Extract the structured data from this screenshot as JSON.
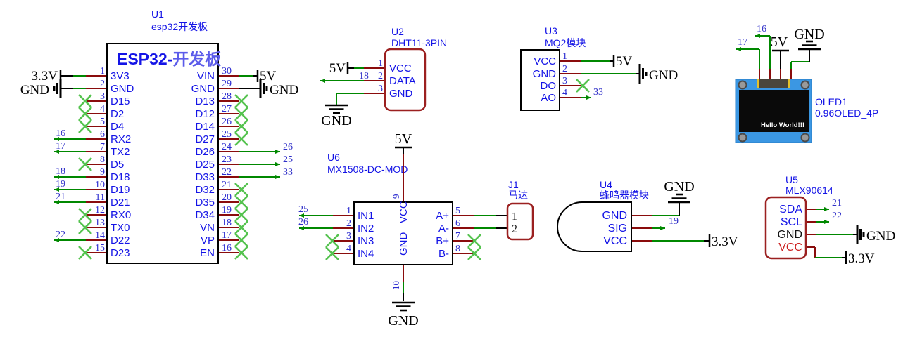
{
  "colors": {
    "wire_green": "#008800",
    "pin_maroon": "#8a0c0c",
    "no_connect_green": "#55c34f",
    "component_blue": "#1414e6",
    "title_light_blue": "#5b5bea",
    "pin_number_blue": "#2b2bd0",
    "net_label_blue": "#3030c8",
    "body_dark_red": "#9b2020",
    "power_black": "#000000",
    "j1_pin_black": "#1a1a1a",
    "vcc_red": "#cc2020",
    "gnd_black": "#111111",
    "oled_board_blue": "#3b97e3",
    "oled_screen_black": "#0a0a0a",
    "oled_connector_gray": "#4a463c",
    "oled_stripe_yellow": "#e6c229",
    "oled_screw_gray": "#999999",
    "screen_text_white": "#ffffff"
  },
  "components": {
    "u1": {
      "ref": "U1",
      "name": "esp32开发板",
      "title_part1": "ESP32-",
      "title_part2": "开发板",
      "left_pins": [
        {
          "num": "1",
          "name": "3V3",
          "conn": "power",
          "power": "3.3V"
        },
        {
          "num": "2",
          "name": "GND",
          "conn": "gnd_rail",
          "power": "GND"
        },
        {
          "num": "3",
          "name": "D15",
          "conn": "nc"
        },
        {
          "num": "4",
          "name": "D2",
          "conn": "nc"
        },
        {
          "num": "5",
          "name": "D4",
          "conn": "nc"
        },
        {
          "num": "6",
          "name": "RX2",
          "conn": "net",
          "net": "16"
        },
        {
          "num": "7",
          "name": "TX2",
          "conn": "net",
          "net": "17"
        },
        {
          "num": "8",
          "name": "D5",
          "conn": "nc"
        },
        {
          "num": "9",
          "name": "D18",
          "conn": "net",
          "net": "18"
        },
        {
          "num": "10",
          "name": "D19",
          "conn": "net",
          "net": "19"
        },
        {
          "num": "11",
          "name": "D21",
          "conn": "net",
          "net": "21"
        },
        {
          "num": "12",
          "name": "RX0",
          "conn": "nc"
        },
        {
          "num": "13",
          "name": "TX0",
          "conn": "nc"
        },
        {
          "num": "14",
          "name": "D22",
          "conn": "net",
          "net": "22"
        },
        {
          "num": "15",
          "name": "D23",
          "conn": "nc"
        }
      ],
      "right_pins": [
        {
          "num": "30",
          "name": "VIN",
          "conn": "power",
          "power": "5V"
        },
        {
          "num": "29",
          "name": "GND",
          "conn": "gnd_rail",
          "power": "GND"
        },
        {
          "num": "28",
          "name": "D13",
          "conn": "nc"
        },
        {
          "num": "27",
          "name": "D12",
          "conn": "nc"
        },
        {
          "num": "26",
          "name": "D14",
          "conn": "nc"
        },
        {
          "num": "25",
          "name": "D27",
          "conn": "nc"
        },
        {
          "num": "24",
          "name": "D26",
          "conn": "net",
          "net": "26"
        },
        {
          "num": "23",
          "name": "D25",
          "conn": "net",
          "net": "25"
        },
        {
          "num": "22",
          "name": "D33",
          "conn": "net",
          "net": "33"
        },
        {
          "num": "21",
          "name": "D32",
          "conn": "nc"
        },
        {
          "num": "20",
          "name": "D35",
          "conn": "nc"
        },
        {
          "num": "19",
          "name": "D34",
          "conn": "nc"
        },
        {
          "num": "18",
          "name": "VN",
          "conn": "nc"
        },
        {
          "num": "17",
          "name": "VP",
          "conn": "nc"
        },
        {
          "num": "16",
          "name": "EN",
          "conn": "nc"
        }
      ]
    },
    "u2": {
      "ref": "U2",
      "name": "DHT11-3PIN",
      "power_label": "5V",
      "gnd_label": "GND",
      "pins": [
        {
          "num": "1",
          "name": "VCC"
        },
        {
          "num": "2",
          "name": "DATA",
          "net": "18"
        },
        {
          "num": "3",
          "name": "GND"
        }
      ]
    },
    "u3": {
      "ref": "U3",
      "name": "MQ2模块",
      "power_label": "5V",
      "gnd_label": "GND",
      "pins": [
        {
          "num": "1",
          "name": "VCC"
        },
        {
          "num": "2",
          "name": "GND"
        },
        {
          "num": "3",
          "name": "DO"
        },
        {
          "num": "4",
          "name": "AO",
          "net": "33"
        }
      ]
    },
    "oled": {
      "ref": "OLED1",
      "name": "0.96OLED_4P",
      "screen_text": "Hello World!!!",
      "net1": "17",
      "net2": "16",
      "power_label": "5V",
      "gnd_label": "GND"
    },
    "u6": {
      "ref": "U6",
      "name": "MX1508-DC-MOD",
      "left_pins": [
        {
          "num": "1",
          "name": "IN1",
          "net": "25"
        },
        {
          "num": "2",
          "name": "IN2",
          "net": "26"
        },
        {
          "num": "3",
          "name": "IN3"
        },
        {
          "num": "4",
          "name": "IN4"
        }
      ],
      "right_pins": [
        {
          "num": "5",
          "name": "A+",
          "wire": true
        },
        {
          "num": "6",
          "name": "A-",
          "wire": true
        },
        {
          "num": "7",
          "name": "B+"
        },
        {
          "num": "8",
          "name": "B-"
        }
      ],
      "top_pin": {
        "num": "9",
        "name": "VCC",
        "power": "5V"
      },
      "bottom_pin": {
        "num": "10",
        "name": "GND",
        "gnd": "GND"
      }
    },
    "j1": {
      "ref": "J1",
      "name": "马达",
      "pins": [
        {
          "num": "1"
        },
        {
          "num": "2"
        }
      ]
    },
    "u4": {
      "ref": "U4",
      "name": "蜂鸣器模块",
      "gnd_label": "GND",
      "power_label": "3.3V",
      "pins": [
        {
          "name": "GND"
        },
        {
          "name": "SIG",
          "net": "19"
        },
        {
          "name": "VCC"
        }
      ]
    },
    "u5": {
      "ref": "U5",
      "name": "MLX90614",
      "gnd_label": "GND",
      "power_label": "3.3V",
      "pins": [
        {
          "name": "SDA",
          "net": "21"
        },
        {
          "name": "SCL",
          "net": "22"
        },
        {
          "name": "GND"
        },
        {
          "name": "VCC"
        }
      ]
    }
  }
}
